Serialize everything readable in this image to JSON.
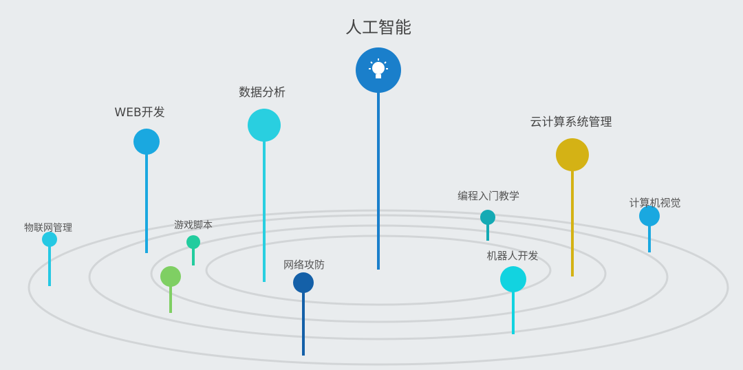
{
  "topics": [
    {
      "key": "ai",
      "label": "人工智能",
      "color": "#1a7fcb",
      "icon": "lightbulb-icon"
    },
    {
      "key": "web",
      "label": "WEB开发",
      "color": "#1aa8e0"
    },
    {
      "key": "data",
      "label": "数据分析",
      "color": "#29cfe0"
    },
    {
      "key": "cloud",
      "label": "云计算系统管理",
      "color": "#d4b215"
    },
    {
      "key": "iot",
      "label": "物联网管理",
      "color": "#25c8e3"
    },
    {
      "key": "game",
      "label": "游戏脚本",
      "color": "#22cc9e"
    },
    {
      "key": "green",
      "label": "",
      "color": "#7fcf63"
    },
    {
      "key": "security",
      "label": "网络攻防",
      "color": "#1460a8"
    },
    {
      "key": "coding",
      "label": "编程入门教学",
      "color": "#14aab4"
    },
    {
      "key": "robot",
      "label": "机器人开发",
      "color": "#12d3e0"
    },
    {
      "key": "vision",
      "label": "计算机视觉",
      "color": "#1aa8e0"
    }
  ]
}
